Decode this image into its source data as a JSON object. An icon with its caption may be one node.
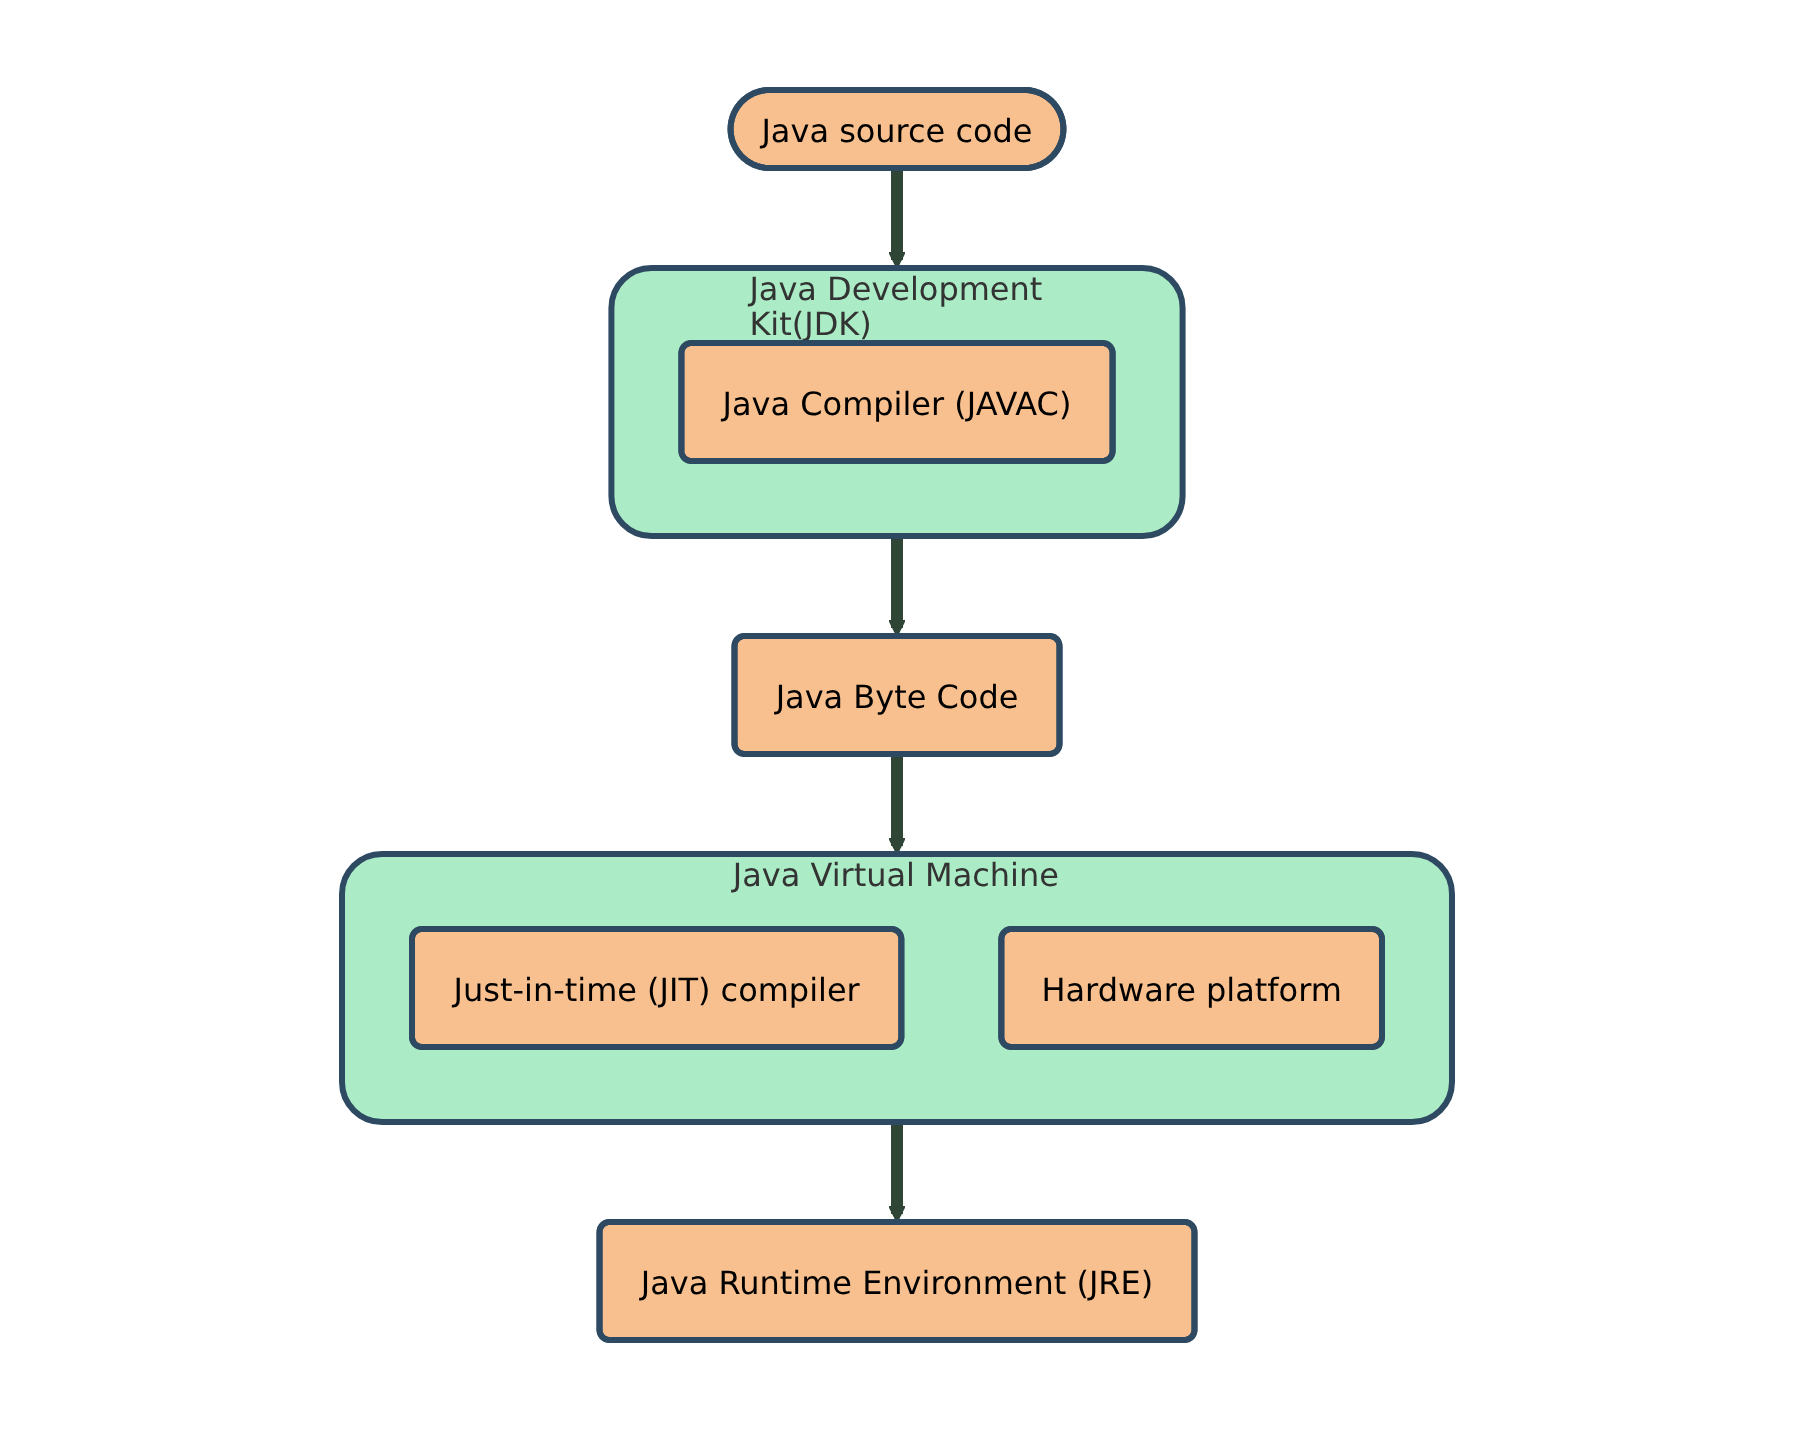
{
  "diagram": {
    "nodes": [
      {
        "text": [
          "Java source code"
        ]
      },
      {
        "text": [
          "Java Development Kit(JDK)"
        ]
      },
      {
        "text": [
          "Java Compiler (JAVAC)"
        ],
        "in": 1
      },
      {
        "text": [
          "Java Byte Code"
        ]
      },
      {
        "text": [
          "Java Runtime Environment (JRE)"
        ]
      },
      {
        "text": [
          "Java Virtual Machine"
        ]
      },
      {
        "text": [
          "Just-in-time (JIT) compiler"
        ],
        "in": 5
      },
      {
        "text": [
          "Hardware platform"
        ],
        "in": 5
      }
    ],
    "edges": [
      {
        "from": 0,
        "to": 1,
        "arrow": "to"
      },
      {
        "from": 1,
        "to": 3,
        "arrow": "to"
      },
      {
        "from": 3,
        "to": 5,
        "arrow": "to"
      },
      {
        "from": 5,
        "to": 4,
        "arrow": "to"
      }
    ]
  }
}
